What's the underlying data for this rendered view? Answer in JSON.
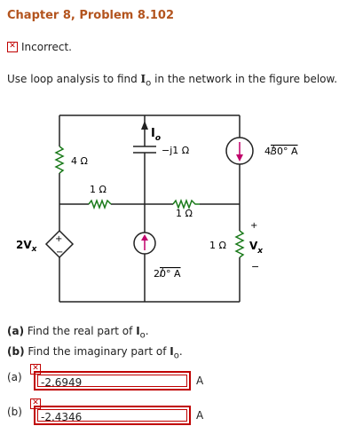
{
  "header": {
    "title": "Chapter 8, Problem 8.102"
  },
  "status": {
    "text": "Incorrect."
  },
  "question": {
    "prefix": "Use loop analysis to find ",
    "var": "I",
    "sub": "o",
    "suffix": " in the network in the figure below."
  },
  "circuit": {
    "left_res": "4 Ω",
    "cap": "−j1 Ω",
    "io_label": "I",
    "io_sub": "o",
    "current_src": "4",
    "current_src_ang": "30° A",
    "mid_res1": "1 Ω",
    "mid_res2": "1 Ω",
    "dep_src_coef": "2V",
    "dep_src_sub": "x",
    "bottom_src": "2",
    "bottom_src_ang": "0° A",
    "right_res": "1 Ω",
    "vx_label": "V",
    "vx_sub": "x",
    "plus": "+",
    "minus": "−"
  },
  "parts": {
    "a_tag": "(a)",
    "a_text": "Find the real part of ",
    "a_var": "I",
    "a_sub": "o",
    "b_tag": "(b)",
    "b_text": "Find the imaginary part of ",
    "b_var": "I",
    "b_sub": "o"
  },
  "answers": [
    {
      "tag": "(a)",
      "value": "-2.6949",
      "unit": "A"
    },
    {
      "tag": "(b)",
      "value": "-2.4346",
      "unit": "A"
    }
  ],
  "colors": {
    "title": "#b3541e",
    "error": "#c00000",
    "wire_accent": "#1a7a1a",
    "arrow": "#c0006a"
  }
}
